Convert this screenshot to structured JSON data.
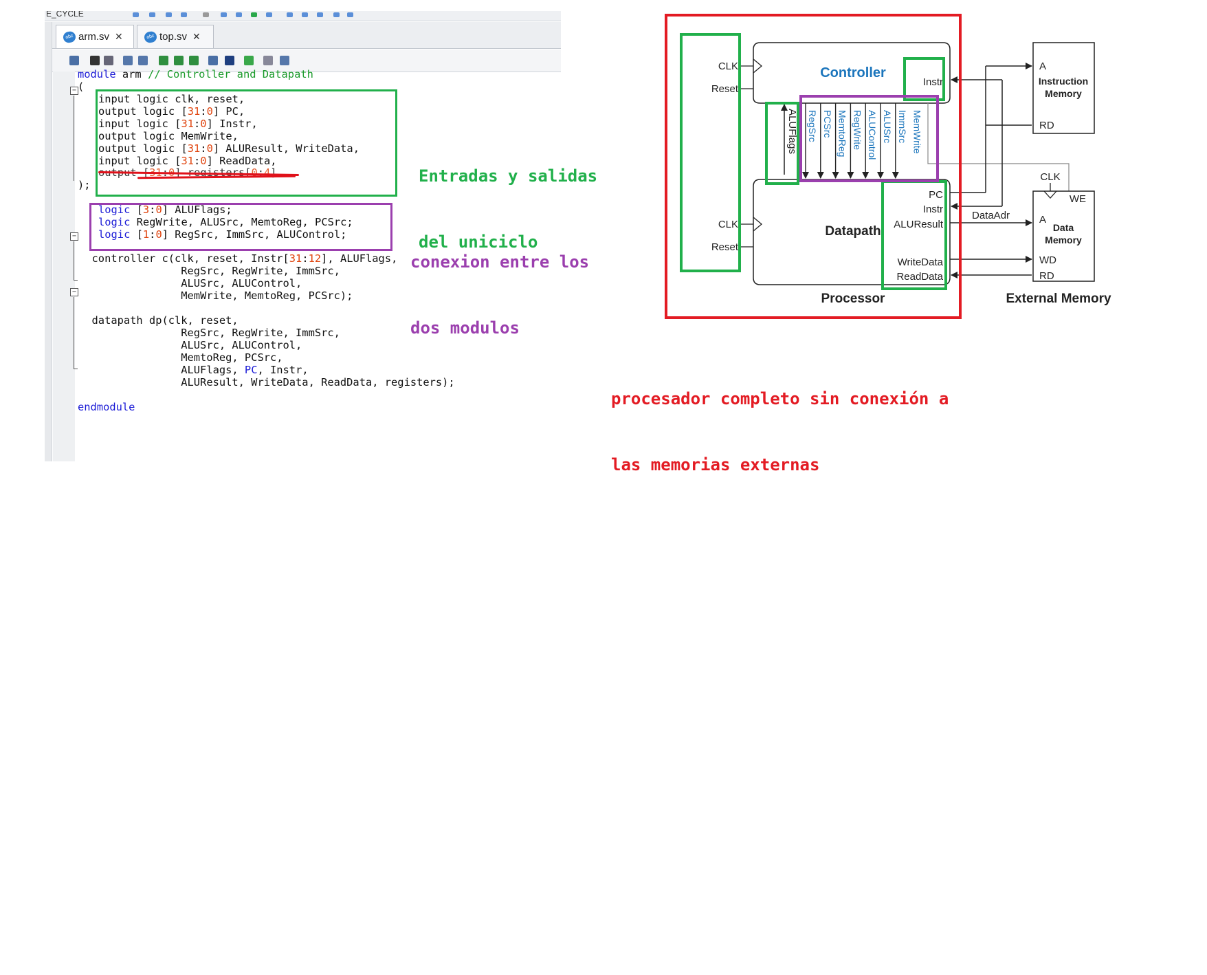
{
  "ide": {
    "toolbar_label": "E_CYCLE",
    "tabs": [
      {
        "label": "arm.sv",
        "icon": "file-sv-icon",
        "active": true
      },
      {
        "label": "top.sv",
        "icon": "file-sv-icon",
        "active": false
      }
    ],
    "code": {
      "l_module": "module arm // Controller and Datapath",
      "l_open": "(",
      "ports": [
        "input logic clk, reset,",
        "output logic [31:0] PC,",
        "input logic [31:0] Instr,",
        "output logic MemWrite,",
        "output logic [31:0] ALUResult, WriteData,",
        "input logic [31:0] ReadData,",
        "output [31:0] registers[0:4]"
      ],
      "l_close": ");",
      "signals": [
        "logic [3:0] ALUFlags;",
        "logic RegWrite, ALUSrc, MemtoReg, PCSrc;",
        "logic [1:0] RegSrc, ImmSrc, ALUControl;"
      ],
      "controller": [
        "  controller c(clk, reset, Instr[31:12], ALUFlags,",
        "                RegSrc, RegWrite, ImmSrc,",
        "                ALUSrc, ALUControl,",
        "                MemWrite, MemtoReg, PCSrc);"
      ],
      "datapath": [
        "  datapath dp(clk, reset,",
        "                RegSrc, RegWrite, ImmSrc,",
        "                ALUSrc, ALUControl,",
        "                MemtoReg, PCSrc,",
        "                ALUFlags, PC, Instr,",
        "                ALUResult, WriteData, ReadData, registers);"
      ],
      "l_end": "endmodule"
    }
  },
  "annotations": {
    "io_note": [
      "Entradas y salidas",
      "del uniciclo"
    ],
    "conn_note": [
      "conexion entre los",
      "dos modulos"
    ],
    "proc_note": [
      "procesador completo sin conexión a",
      "las memorias externas"
    ],
    "colors": {
      "green": "#21b04b",
      "purple": "#9b3fae",
      "red": "#e31b23",
      "blue": "#1b75bc"
    }
  },
  "diagram": {
    "controller": "Controller",
    "datapath": "Datapath",
    "processor": "Processor",
    "external_memory": "External Memory",
    "clk": "CLK",
    "reset": "Reset",
    "instr": "Instr",
    "pc": "PC",
    "aluresult": "ALUResult",
    "writedata": "WriteData",
    "readdata": "ReadData",
    "aluflags": "ALUFlags",
    "control_signals": [
      "RegSrc",
      "PCSrc",
      "MemtoReg",
      "RegWrite",
      "ALUControl",
      "ALUSrc",
      "ImmSrc",
      "MemWrite"
    ],
    "dataadr": "DataAdr",
    "imem_a": "A",
    "imem_rd": "RD",
    "imem_title": [
      "Instruction",
      "Memory"
    ],
    "dmem_clk": "CLK",
    "dmem_we": "WE",
    "dmem_a": "A",
    "dmem_wd": "WD",
    "dmem_rd": "RD",
    "dmem_title": [
      "Data",
      "Memory"
    ]
  }
}
